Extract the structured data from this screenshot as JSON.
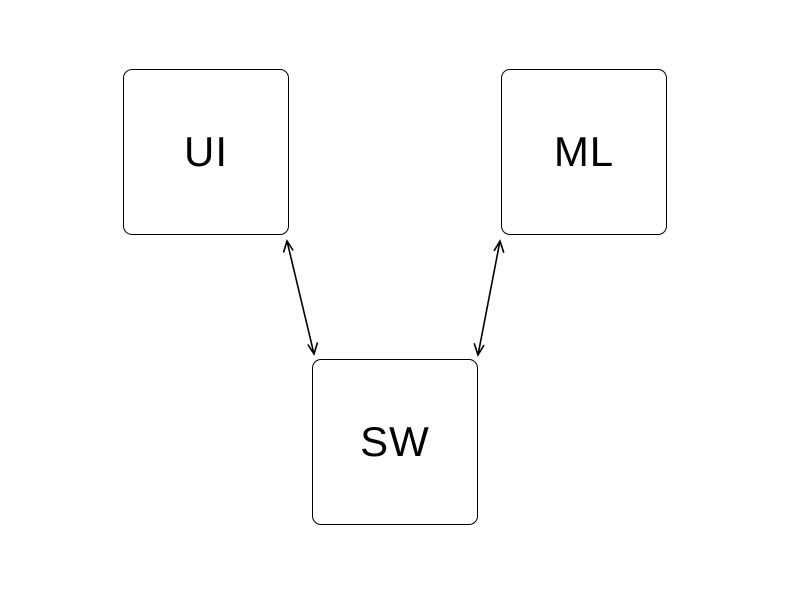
{
  "diagram": {
    "nodes": {
      "ui": {
        "label": "UI"
      },
      "ml": {
        "label": "ML"
      },
      "sw": {
        "label": "SW"
      }
    },
    "edges": [
      {
        "from": "ui",
        "to": "sw",
        "direction": "bidirectional"
      },
      {
        "from": "ml",
        "to": "sw",
        "direction": "bidirectional"
      }
    ],
    "colors": {
      "stroke": "#000000",
      "background": "#ffffff"
    }
  }
}
